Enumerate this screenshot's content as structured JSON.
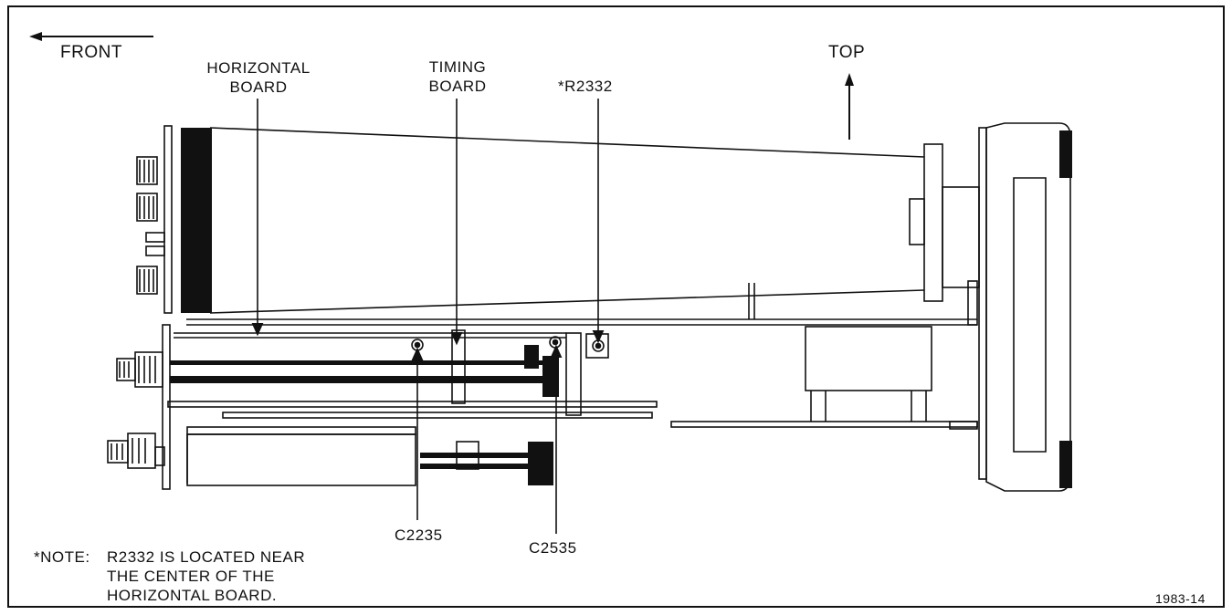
{
  "labels": {
    "front": "FRONT",
    "top": "TOP",
    "horizontal_board": "HORIZONTAL\nBOARD",
    "timing_board": "TIMING\nBOARD",
    "r2332": "*R2332",
    "c2235": "C2235",
    "c2535": "C2535"
  },
  "note": {
    "prefix": "*NOTE:",
    "text": "R2332 IS LOCATED NEAR\nTHE CENTER OF THE\nHORIZONTAL BOARD."
  },
  "figure_number": "1983-14"
}
